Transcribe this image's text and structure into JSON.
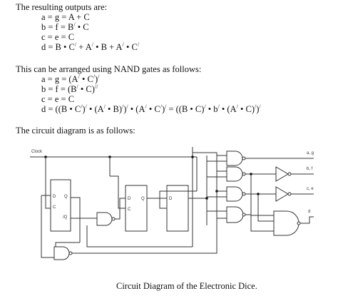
{
  "intro": "The resulting outputs are:",
  "outputs": {
    "a": "a = g = A + C",
    "b_main": "b = f = B",
    "b_tail": " • C",
    "c": "c = e = C",
    "d_main": "d = B • C",
    "d_mid": " + A",
    "d_mid2": " • B + A",
    "d_mid3": " •  C"
  },
  "nand_intro": "This can be arranged using NAND gates as follows:",
  "nand": {
    "a_pre": "a = g = (A",
    "a_mid": " • C",
    "a_post": ")",
    "b_pre": "b = f = (B",
    "b_mid": " • C)",
    "c": "c = e = C",
    "d_p1": "d = ((B • C",
    "d_p2": ")",
    "d_p3": " • (A",
    "d_p4": " • B)",
    "d_p5": ")",
    "d_p6": " • (A",
    "d_p7": " •  C",
    "d_p8": ")",
    "d_p9": "  = ((B • C)",
    "d_p10": " • b",
    "d_p11": " • (A",
    "d_p12": " •  C)",
    "d_p13": ")",
    "prime": "/"
  },
  "diagram_intro": "The circuit diagram is as follows:",
  "circuit": {
    "clock_label": "Clock",
    "ff_d": "D",
    "ff_q": "Q",
    "ff_c": "C",
    "ff_nq": "/Q",
    "out_ag": "a, g",
    "out_bf": "b, f",
    "out_ce": "c, e",
    "out_d": "d"
  },
  "caption": "Circuit Diagram of the Electronic Dice."
}
